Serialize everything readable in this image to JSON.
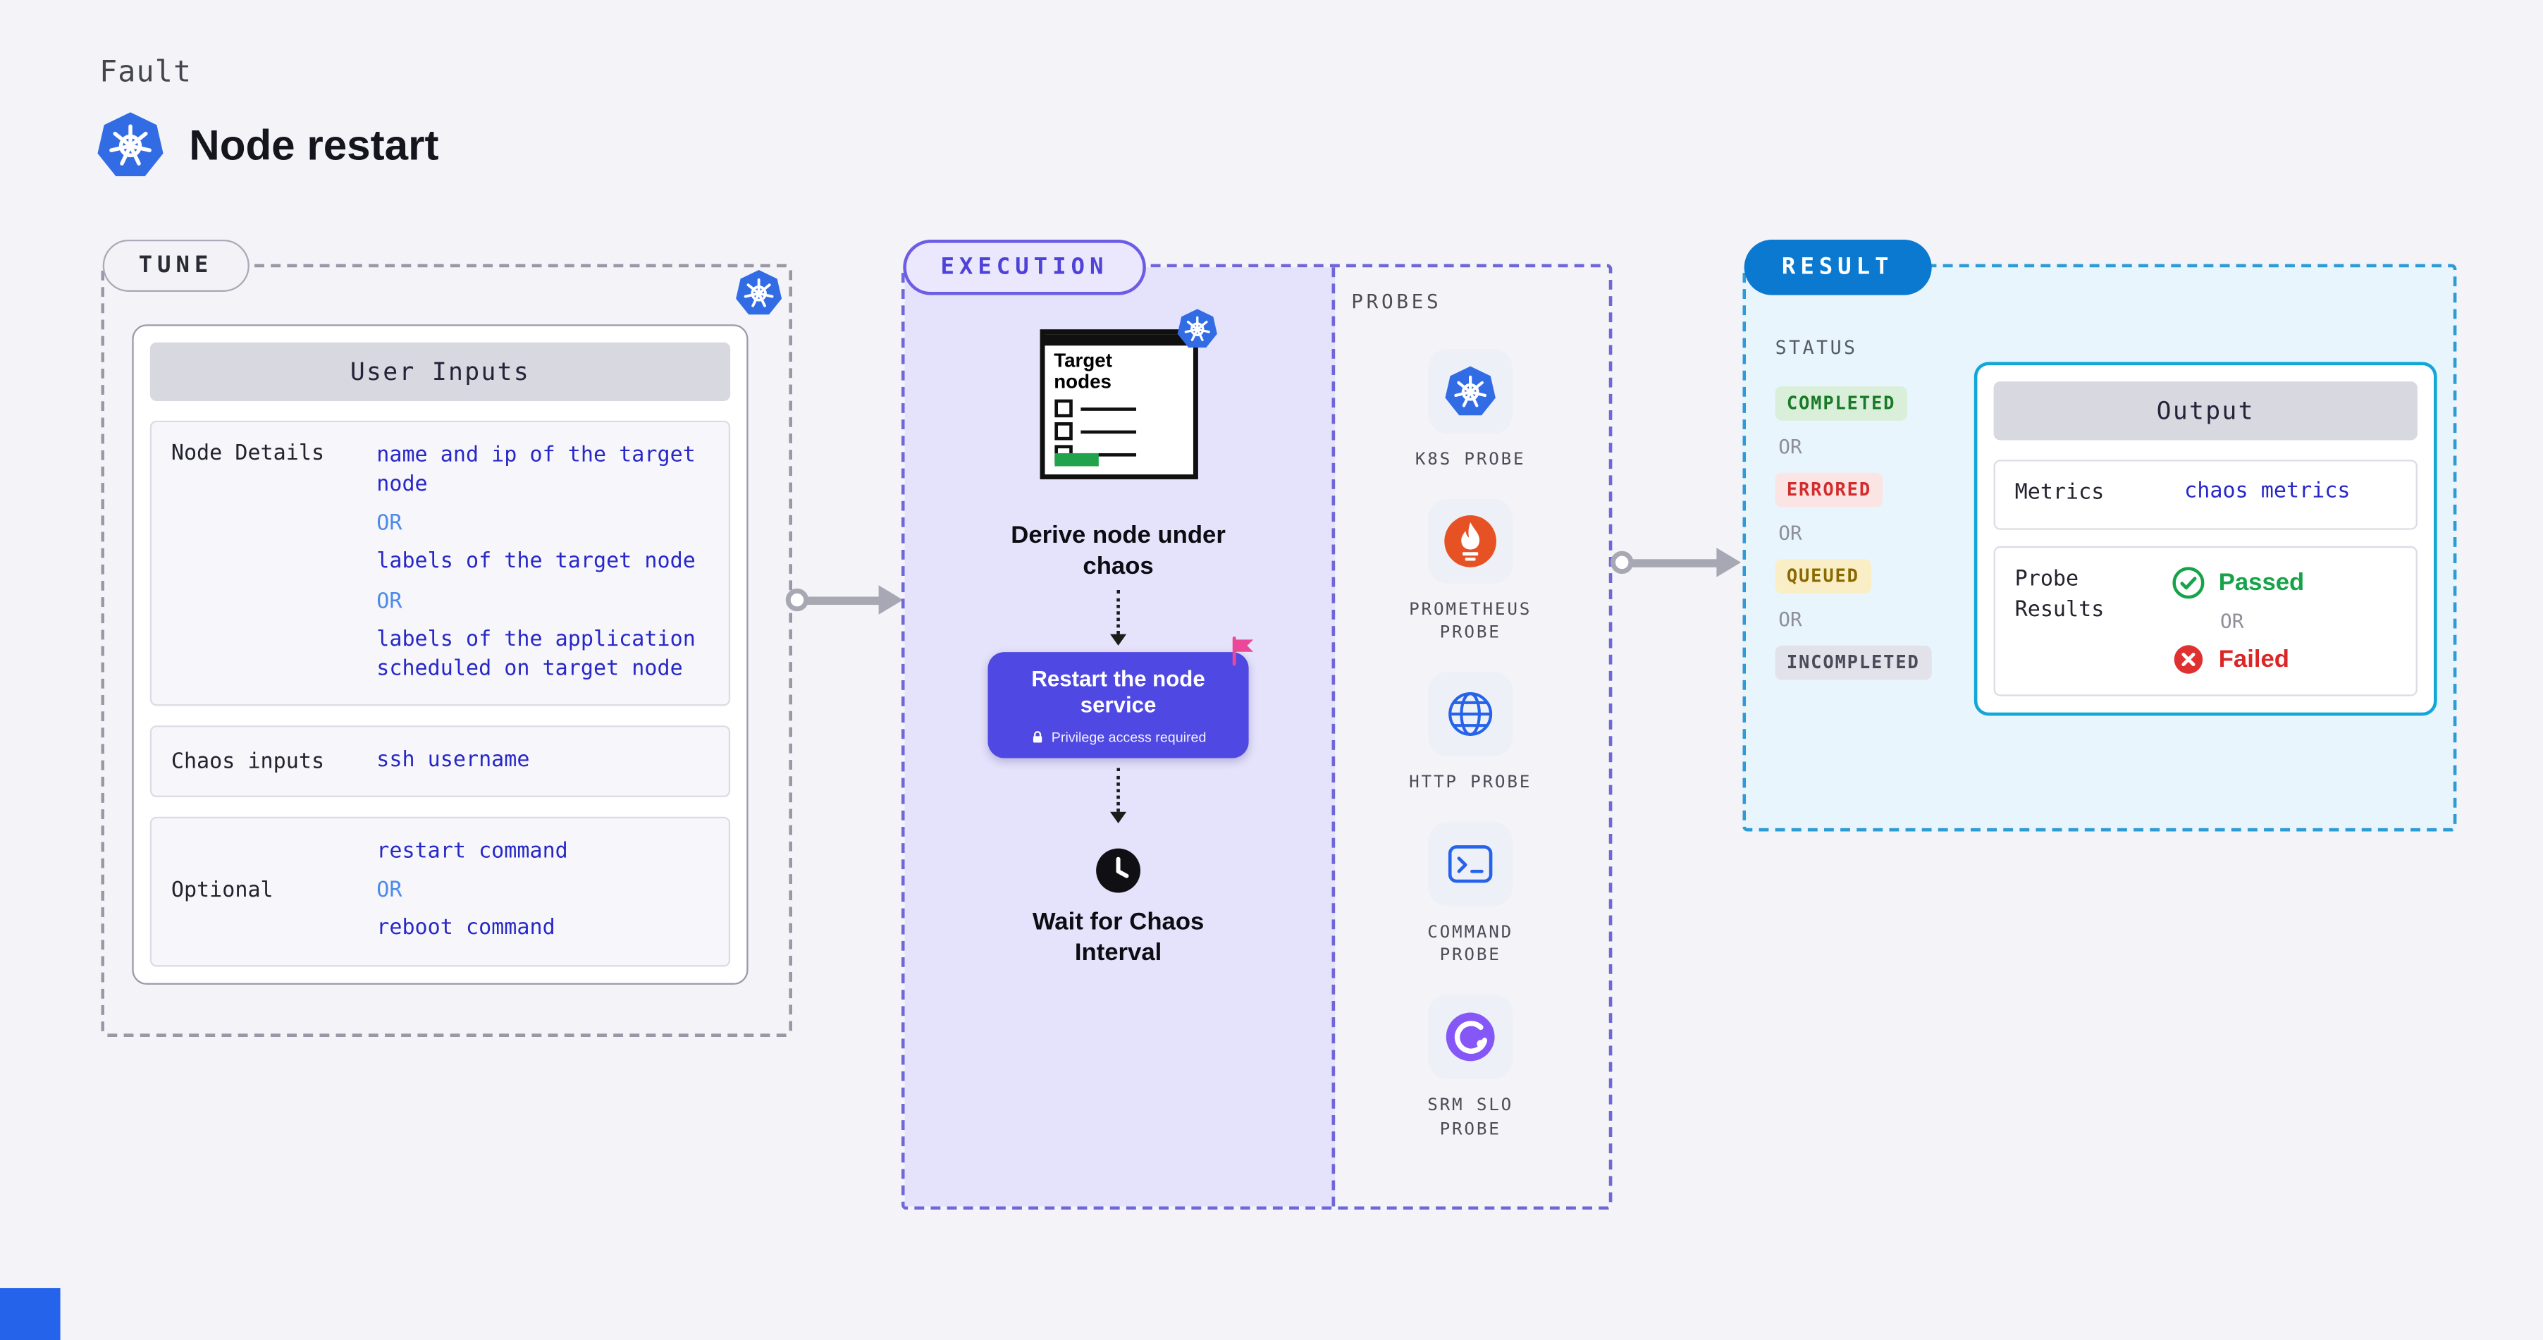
{
  "palette": {
    "background": "#f4f4f8",
    "kubernetes_blue": "#326ce5",
    "execution_purple": "#6f66d8",
    "execution_fill": "#e5e2fb",
    "button_purple": "#4f48e2",
    "result_blue": "#0b79d0",
    "result_fill": "#e9f5fc",
    "output_border": "#12a7d8",
    "value_blue": "#2828c8",
    "or_blue": "#4d8be8",
    "passed_green": "#16a34a",
    "failed_red": "#dc2626",
    "prometheus_orange": "#e75225",
    "flag_pink": "#ec4899"
  },
  "or": "OR",
  "header": {
    "eyebrow": "Fault",
    "title": "Node restart"
  },
  "tune": {
    "tag": "TUNE",
    "card_title": "User Inputs",
    "rows": [
      {
        "label": "Node Details",
        "values": [
          "name and ip of the target node",
          "labels of the target node",
          "labels of the application scheduled on target node"
        ]
      },
      {
        "label": "Chaos inputs",
        "values": [
          "ssh username"
        ]
      },
      {
        "label": "Optional",
        "values": [
          "restart command",
          "reboot command"
        ]
      }
    ]
  },
  "execution": {
    "tag": "EXECUTION",
    "target_nodes_label": "Target nodes",
    "derive_step": "Derive node under chaos",
    "restart_button": {
      "title": "Restart the node service",
      "subtitle": "Privilege access required"
    },
    "wait_step": "Wait for Chaos Interval",
    "probes_heading": "PROBES",
    "probes": [
      {
        "icon": "kubernetes-icon",
        "label": "K8S PROBE"
      },
      {
        "icon": "prometheus-icon",
        "label": "PROMETHEUS PROBE"
      },
      {
        "icon": "globe-icon",
        "label": "HTTP PROBE"
      },
      {
        "icon": "terminal-icon",
        "label": "COMMAND PROBE"
      },
      {
        "icon": "srm-slo-icon",
        "label": "SRM SLO PROBE"
      }
    ]
  },
  "result": {
    "tag": "RESULT",
    "status_heading": "STATUS",
    "statuses": [
      "COMPLETED",
      "ERRORED",
      "QUEUED",
      "INCOMPLETED"
    ],
    "output": {
      "title": "Output",
      "metrics_label": "Metrics",
      "metrics_value": "chaos metrics",
      "probe_results_label": "Probe Results",
      "passed": "Passed",
      "failed": "Failed"
    }
  }
}
